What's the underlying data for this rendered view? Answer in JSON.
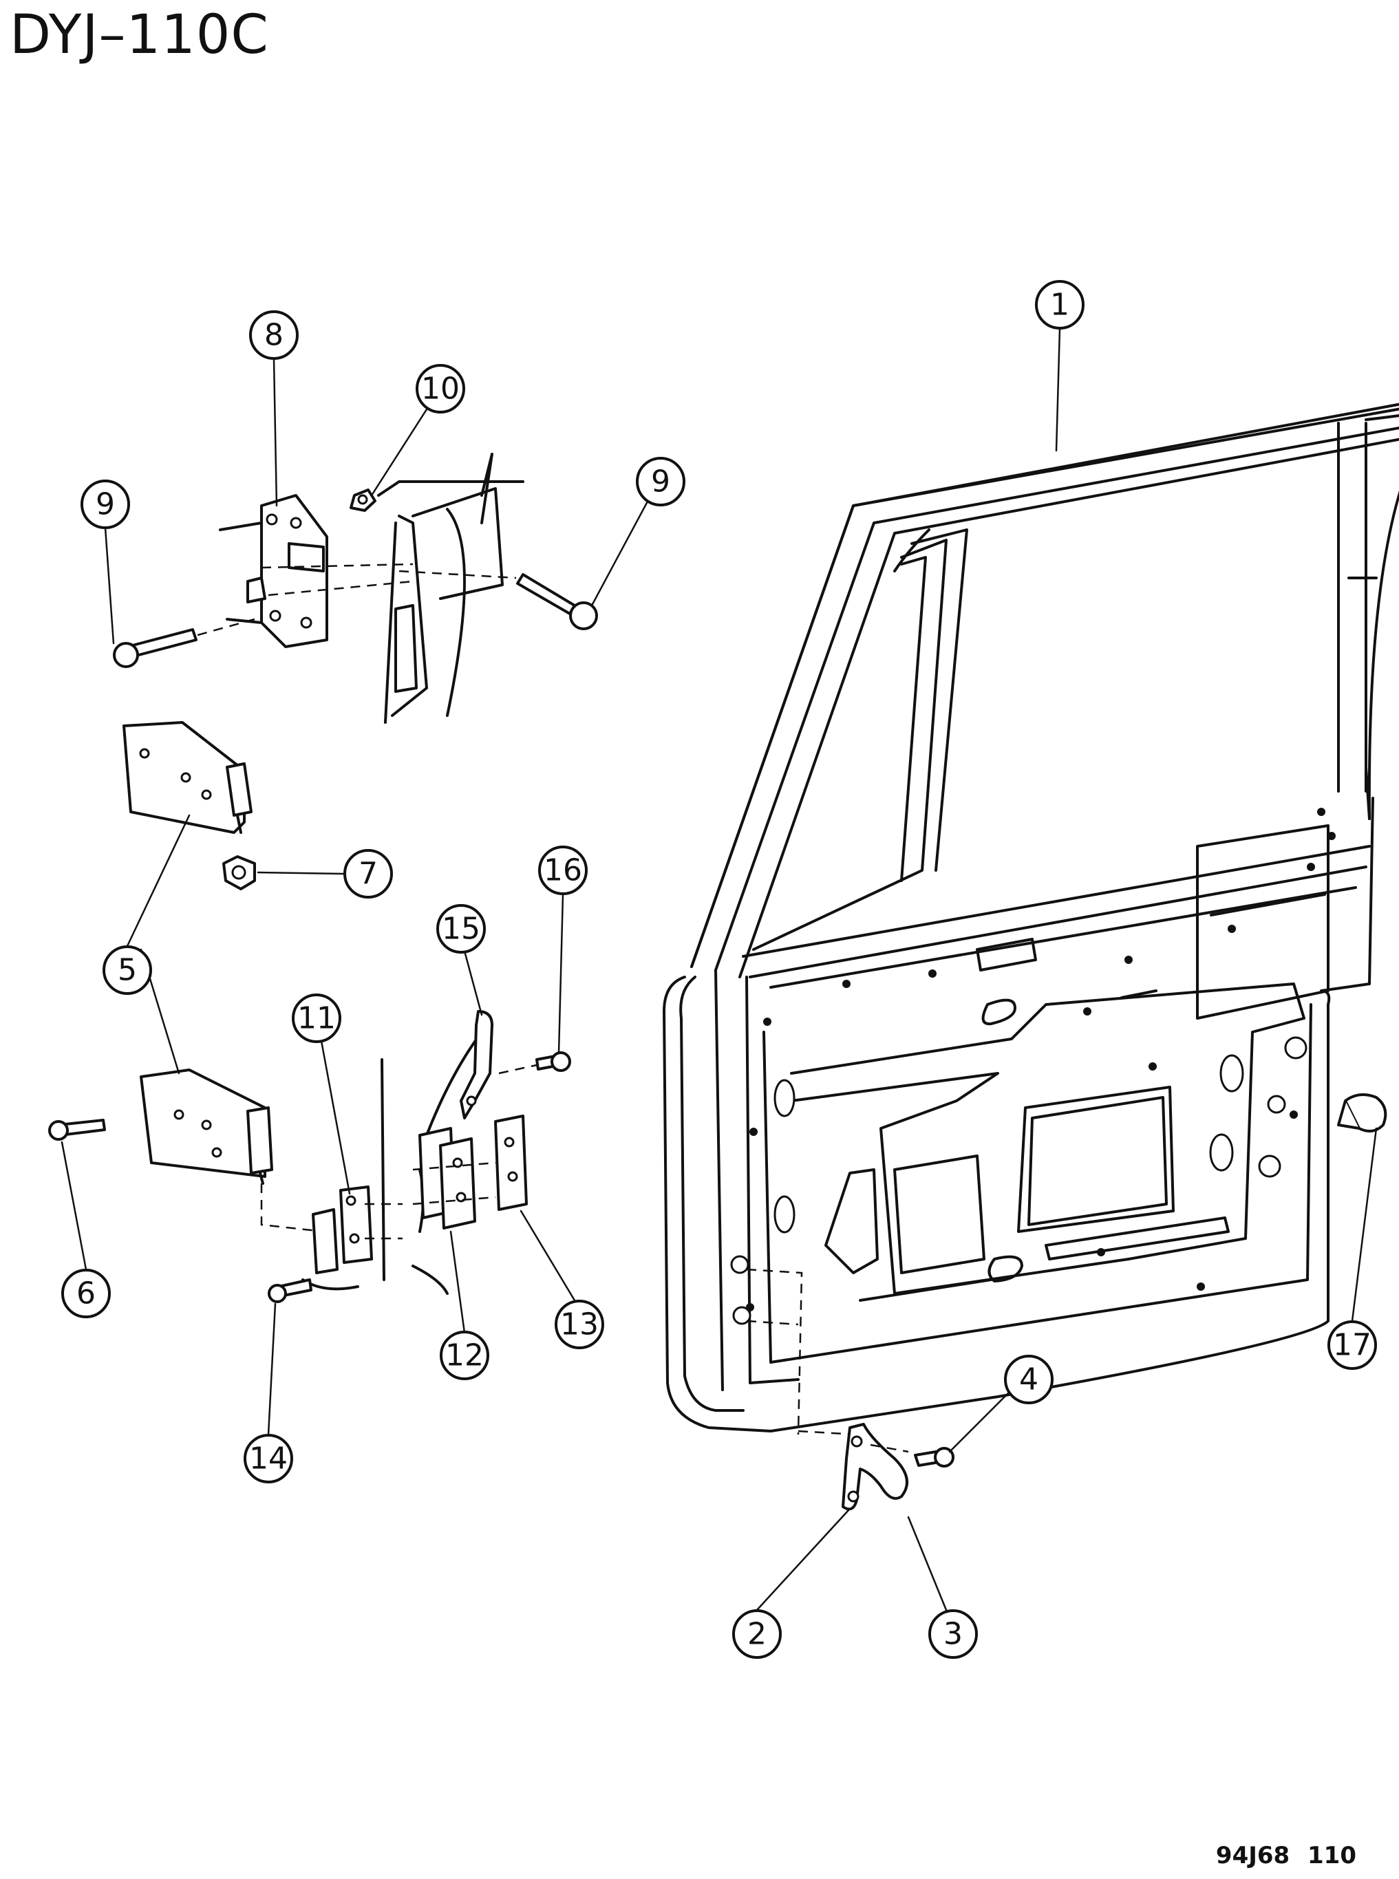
{
  "diagram": {
    "code": "DYJ–110C",
    "reference": "94J68 110"
  },
  "callouts": [
    "1",
    "2",
    "3",
    "4",
    "5",
    "6",
    "7",
    "8",
    "9",
    "9",
    "10",
    "11",
    "12",
    "13",
    "14",
    "15",
    "16",
    "17"
  ]
}
